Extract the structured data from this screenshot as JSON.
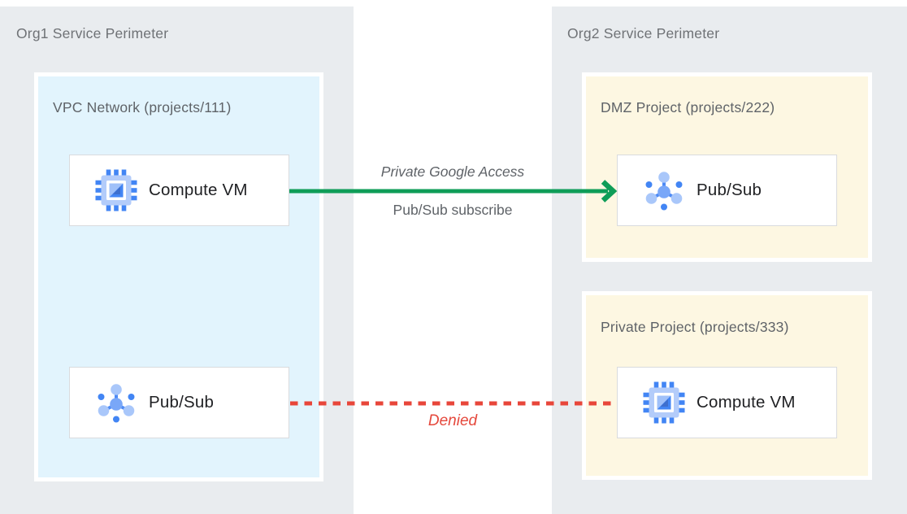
{
  "org1": {
    "title": "Org1 Service Perimeter",
    "vpc": {
      "title": "VPC Network (projects/111)",
      "nodes": [
        {
          "label": "Compute VM",
          "icon": "compute-engine-icon"
        },
        {
          "label": "Pub/Sub",
          "icon": "pubsub-icon"
        }
      ]
    }
  },
  "org2": {
    "title": "Org2 Service Perimeter",
    "dmz": {
      "title": "DMZ Project (projects/222)",
      "nodes": [
        {
          "label": "Pub/Sub",
          "icon": "pubsub-icon"
        }
      ]
    },
    "private_project": {
      "title": "Private Project (projects/333)",
      "nodes": [
        {
          "label": "Compute VM",
          "icon": "compute-engine-icon"
        }
      ]
    }
  },
  "connections": [
    {
      "id": "allowed-flow",
      "type": "solid-arrow",
      "direction": "org1-compute-vm to org2-dmz-pubsub",
      "label_top": "Private Google Access",
      "label_bottom": "Pub/Sub subscribe",
      "color": "#0f9d58"
    },
    {
      "id": "denied-flow",
      "type": "dashed-line",
      "direction": "org1-pubsub to org2-private-compute-vm",
      "label": "Denied",
      "color": "#e8463a"
    }
  ],
  "colors": {
    "perimeter_bg": "#e9ecef",
    "vpc_bg": "#e2f4fd",
    "project_bg": "#fdf7e2",
    "node_border": "#d9dbde",
    "allowed_green": "#0f9d58",
    "denied_red": "#e8463a",
    "icon_blue": "#4285f4",
    "icon_light_blue": "#aecbfa"
  }
}
